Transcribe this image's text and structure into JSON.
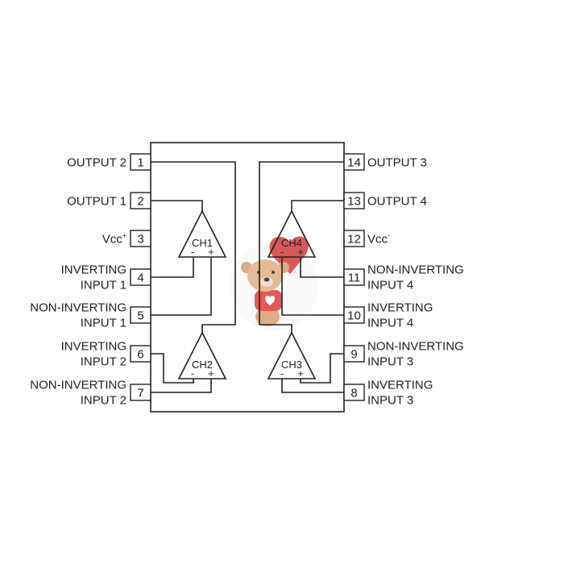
{
  "pins_left": [
    {
      "num": "1",
      "lines": [
        "OUTPUT 2"
      ]
    },
    {
      "num": "2",
      "lines": [
        "OUTPUT 1"
      ]
    },
    {
      "num": "3",
      "lines": [
        "Vcc"
      ],
      "sup": "+"
    },
    {
      "num": "4",
      "lines": [
        "INVERTING",
        "INPUT 1"
      ]
    },
    {
      "num": "5",
      "lines": [
        "NON-INVERTING",
        "INPUT 1"
      ]
    },
    {
      "num": "6",
      "lines": [
        "INVERTING",
        "INPUT 2"
      ]
    },
    {
      "num": "7",
      "lines": [
        "NON-INVERTING",
        "INPUT 2"
      ]
    }
  ],
  "pins_right": [
    {
      "num": "14",
      "lines": [
        "OUTPUT 3"
      ]
    },
    {
      "num": "13",
      "lines": [
        "OUTPUT 4"
      ]
    },
    {
      "num": "12",
      "lines": [
        "Vcc"
      ],
      "sup": "-"
    },
    {
      "num": "11",
      "lines": [
        "NON-INVERTING",
        "INPUT 4"
      ]
    },
    {
      "num": "10",
      "lines": [
        "INVERTING",
        "INPUT 4"
      ]
    },
    {
      "num": "9",
      "lines": [
        "NON-INVERTING",
        "INPUT 3"
      ]
    },
    {
      "num": "8",
      "lines": [
        "INVERTING",
        "INPUT 3"
      ]
    }
  ],
  "channels": [
    "CH1",
    "CH2",
    "CH3",
    "CH4"
  ],
  "signs": {
    "minus": "-",
    "plus": "+"
  }
}
